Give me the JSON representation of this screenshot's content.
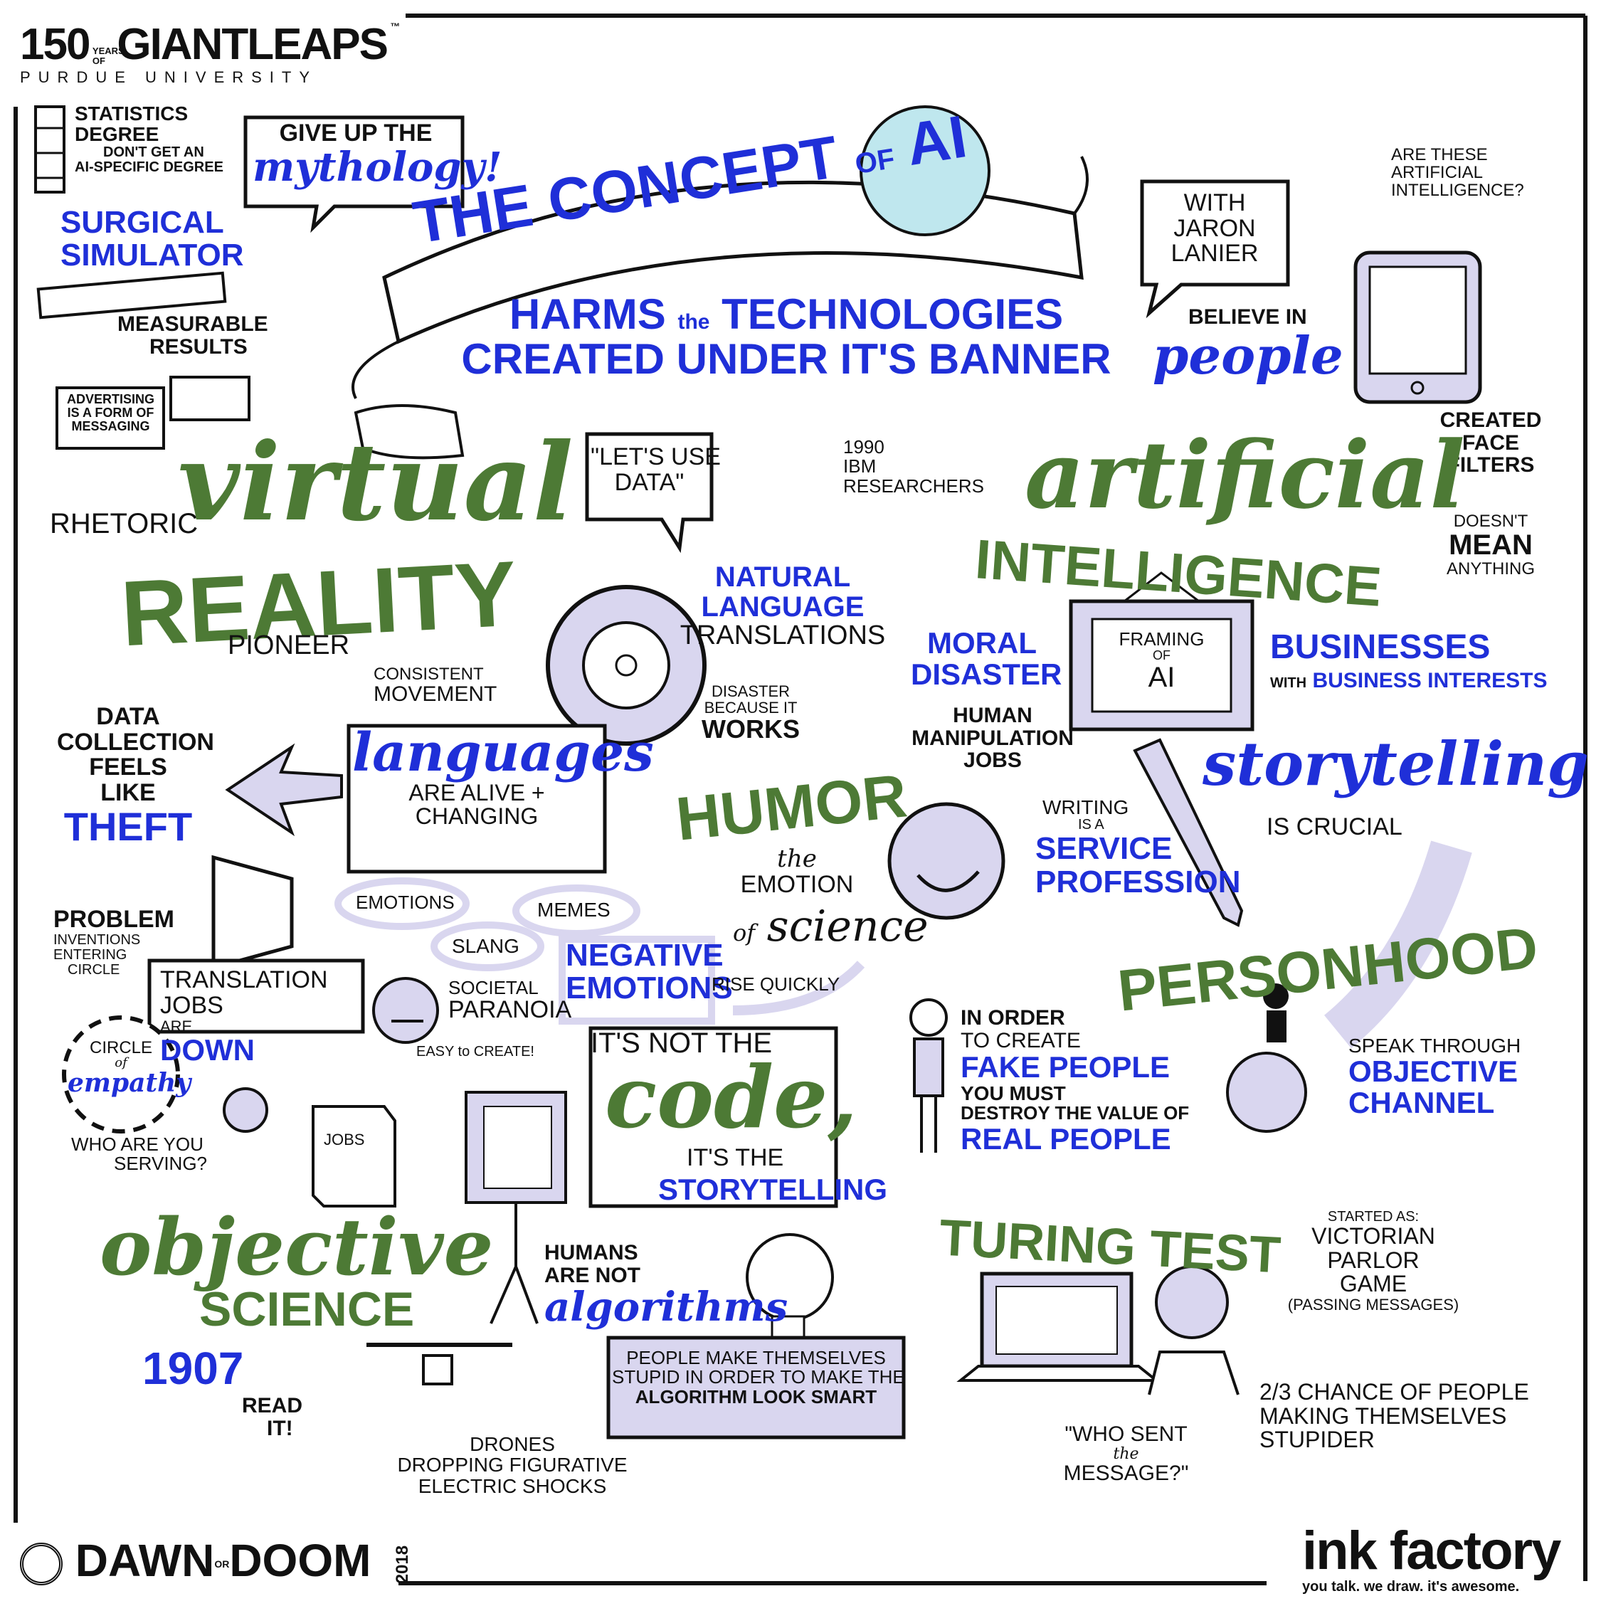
{
  "logos": {
    "purdue": {
      "number": "150",
      "years": "YEARS OF",
      "brand": "GIANTLEAPS",
      "tm": "™",
      "university": "PURDUE UNIVERSITY"
    },
    "dawn_or_doom": {
      "left": "DAWN",
      "or": "OR",
      "right": "DOOM",
      "year": "2018"
    },
    "ink_factory": {
      "name": "ink factory",
      "tagline": "you talk. we draw. it's awesome."
    }
  },
  "title": {
    "main": "THE CONCEPT",
    "of": "of",
    "ai": "AI"
  },
  "subtitle": {
    "line1": [
      "HARMS",
      "the",
      "TECHNOLOGIES"
    ],
    "line2": "CREATED UNDER IT'S BANNER"
  },
  "sections": {
    "statistics": {
      "line1": "STATISTICS",
      "line2": "DEGREE",
      "line3": "DON'T GET AN",
      "line4": "AI-SPECIFIC DEGREE"
    },
    "surgical": {
      "line1": "SURGICAL",
      "line2": "SIMULATOR"
    },
    "measurable": {
      "line1": "MEASURABLE",
      "line2": "RESULTS"
    },
    "advertising": {
      "line1": "ADVERTISING",
      "line2": "IS A FORM OF",
      "line3": "MESSAGING"
    },
    "mythology": {
      "line1": "GIVE UP THE",
      "line2": "mythology!"
    },
    "jaron": {
      "line1": "WITH",
      "line2": "JARON",
      "line3": "LANIER"
    },
    "believe": {
      "line1": "BELIEVE IN",
      "line2": "people"
    },
    "face_filters": {
      "question1": "ARE THESE",
      "question2": "ARTIFICIAL",
      "question3": "INTELLIGENCE?",
      "line1": "CREATED",
      "line2": "FACE",
      "line3": "FILTERS"
    },
    "lets_use_data": {
      "line1": "\"LET'S USE",
      "line2": "DATA\""
    },
    "ibm": {
      "line1": "1990",
      "line2": "IBM",
      "line3": "RESEARCHERS"
    },
    "rhetoric": "RHETORIC",
    "virtual_reality": {
      "line1": "virtual",
      "line2": "REALITY",
      "line3": "PIONEER"
    },
    "artificial_intelligence": {
      "line1": "artificial",
      "line2": "INTELLIGENCE"
    },
    "doesnt_mean": {
      "line1": "DOESN'T",
      "line2": "MEAN",
      "line3": "ANYTHING"
    },
    "natural_language": {
      "line1": "NATURAL",
      "line2": "LANGUAGE",
      "line3": "TRANSLATIONS"
    },
    "moral_disaster": {
      "line1": "MORAL",
      "line2": "DISASTER"
    },
    "framing": {
      "line1": "FRAMING",
      "line2": "OF",
      "line3": "AI"
    },
    "businesses": {
      "line1": "BUSINESSES",
      "line2a": "WITH",
      "line2b": "BUSINESS INTERESTS"
    },
    "consistent": {
      "line1": "CONSISTENT",
      "line2": "MOVEMENT"
    },
    "disaster_works": {
      "line1": "DISASTER",
      "line2": "BECAUSE IT",
      "line3": "WORKS"
    },
    "human_manipulation": {
      "line1": "HUMAN",
      "line2": "MANIPULATION",
      "line3": "JOBS"
    },
    "data_collection": {
      "line1": "DATA",
      "line2": "COLLECTION",
      "line3": "FEELS",
      "line4": "LIKE",
      "line5": "THEFT"
    },
    "languages": {
      "line1": "languages",
      "line2": "ARE ALIVE +",
      "line3": "CHANGING"
    },
    "humor": {
      "line1": "HUMOR",
      "line2": "the",
      "line3": "EMOTION",
      "line4": "of",
      "line5": "science"
    },
    "storytelling": {
      "line1": "storytelling",
      "line2": "IS CRUCIAL"
    },
    "writing": {
      "line1": "WRITING",
      "line2": "IS A",
      "line3": "SERVICE",
      "line4": "PROFESSION"
    },
    "personhood": "PERSONHOOD",
    "tags": {
      "emotions": "EMOTIONS",
      "memes": "MEMES",
      "slang": "SLANG"
    },
    "problem": {
      "line1": "PROBLEM",
      "line2": "INVENTIONS",
      "line3": "ENTERING",
      "line4": "CIRCLE"
    },
    "translation_jobs": {
      "line1": "TRANSLATION",
      "line2a": "JOBS",
      "line2b": "ARE",
      "line2c": "DOWN"
    },
    "negative_emotions": {
      "line1": "NEGATIVE",
      "line2": "EMOTIONS",
      "line3": "RISE QUICKLY"
    },
    "societal": {
      "line1": "SOCIETAL",
      "line2": "PARANOIA",
      "line3": "EASY to CREATE!"
    },
    "circle_empathy": {
      "line1": "CIRCLE",
      "line2": "of",
      "line3": "empathy"
    },
    "who_serving": {
      "line1": "WHO ARE YOU",
      "line2": "SERVING?"
    },
    "jobs": "JOBS",
    "code": {
      "line1": "IT'S NOT THE",
      "line2": "code,",
      "line3": "IT'S THE",
      "line4": "STORYTELLING"
    },
    "fake_people": {
      "line1": "IN ORDER",
      "line2": "to CREATE",
      "line3": "FAKE PEOPLE",
      "line4": "YOU MUST",
      "line5": "DESTROY the VALUE of",
      "line6": "REAL PEOPLE"
    },
    "speak_through": {
      "line1": "SPEAK THROUGH",
      "line2": "OBJECTIVE",
      "line3": "CHANNEL"
    },
    "objective_science": {
      "line1": "objective",
      "line2": "SCIENCE",
      "year": "1907",
      "read1": "READ",
      "read2": "IT!"
    },
    "humans_not": {
      "line1": "HUMANS",
      "line2": "ARE NOT",
      "line3": "algorithms"
    },
    "stupid": {
      "line1": "PEOPLE MAKE THEMSELVES",
      "line2": "STUPID IN ORDER to MAKE the",
      "line3": "ALGORITHM LOOK SMART"
    },
    "drones": {
      "line1": "DRONES",
      "line2": "DROPPING FIGURATIVE",
      "line3": "ELECTRIC SHOCKS"
    },
    "turing": {
      "line1": "TURING TEST",
      "started1": "STARTED AS:",
      "started2": "VICTORIAN",
      "started3": "PARLOR",
      "started4": "GAME",
      "started5": "(PASSING MESSAGES)"
    },
    "two_thirds": {
      "line1": "2/3 CHANCE of PEOPLE",
      "line2": "MAKING THEMSELVES",
      "line3": "STUPIDER"
    },
    "who_sent": {
      "line1": "\"WHO SENT",
      "line2": "the",
      "line3": "MESSAGE?\""
    }
  },
  "colors": {
    "blue": "#1f2fd8",
    "green": "#4d7a35",
    "ink": "#111111",
    "lavender": "#d9d6ef"
  }
}
